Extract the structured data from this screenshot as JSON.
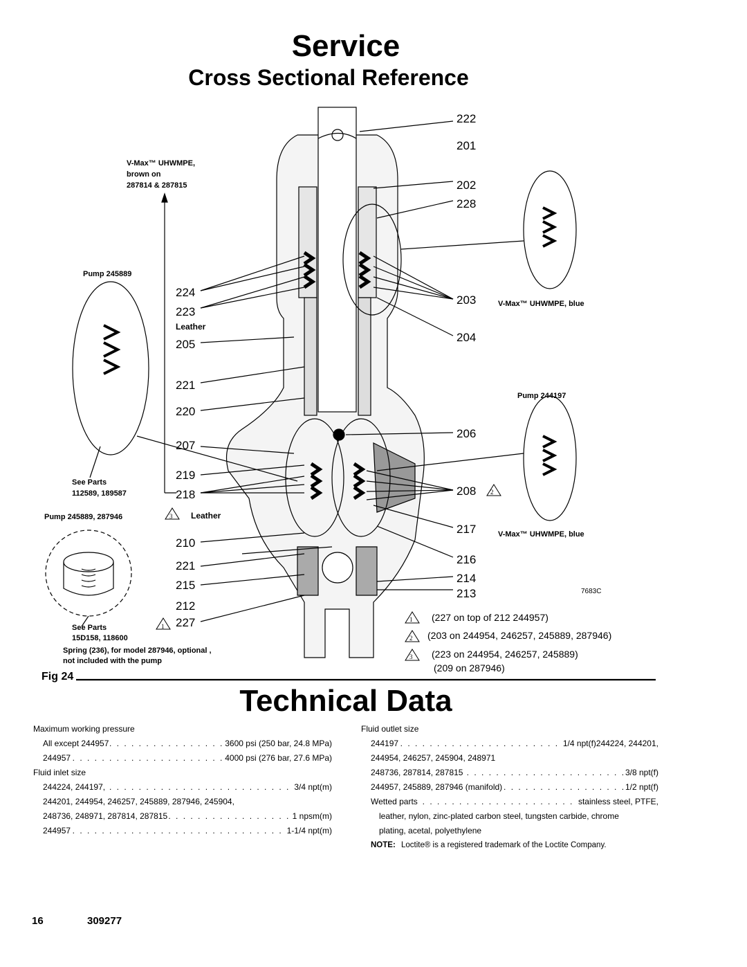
{
  "headings": {
    "service": "Service",
    "cross_section": "Cross Sectional Reference",
    "technical_data": "Technical Data"
  },
  "figure": {
    "fig_label": "Fig 24",
    "image_code": "7683C",
    "callouts": {
      "c222": "222",
      "c201": "201",
      "c202": "202",
      "c228": "228",
      "c203": "203",
      "c204": "204",
      "c206": "206",
      "c208": "208",
      "c217": "217",
      "c216": "216",
      "c214": "214",
      "c213": "213",
      "c224": "224",
      "c223": "223",
      "c205": "205",
      "c221a": "221",
      "c220": "220",
      "c207": "207",
      "c219": "219",
      "c218": "218",
      "c210": "210",
      "c221b": "221",
      "c215": "215",
      "c212": "212",
      "c227": "227"
    },
    "labels": {
      "vmax_top": "V-Max™  UHWMPE,",
      "vmax_top2": "brown on",
      "vmax_top3": "287814 & 287815",
      "pump_245889": "Pump  245889",
      "leather_a": "Leather",
      "vmax_blue_1": "V-Max™  UHWMPE, blue",
      "pump_244197": "Pump  244197",
      "see_parts_1": "See  Parts",
      "see_parts_1b": "112589, 189587",
      "pump_245889_287946": "Pump  245889, 287946",
      "leather_b": "Leather",
      "vmax_blue_2": "V-Max™  UHWMPE, blue",
      "see_parts_2": "See  Parts",
      "see_parts_2b": "15D158, 118600",
      "spring_note_1": "Spring  (236), for  model 287946,  optional ,",
      "spring_note_2": "not included with the pump"
    },
    "notes": {
      "n1_mark": "1",
      "n1": "(227 on top of 212 244957)",
      "n2_mark": "2",
      "n2": "(203 on 244954, 246257, 245889, 287946)",
      "n3_mark": "3",
      "n3": "(223 on 244954, 246257, 245889)",
      "n3b": "(209 on 287946)"
    }
  },
  "tech_left": {
    "h1": "Maximum working pressure",
    "r1_label": "All except 244957",
    "r1_value": "3600 psi (250 bar, 24.8 MPa)",
    "r2_label": "244957",
    "r2_value": "4000 psi (276 bar, 27.6 MPa)",
    "h2": "Fluid inlet size",
    "r3_label": "244224, 244197,",
    "r3_value": "3/4 npt(m)",
    "r4_label": "244201, 244954, 246257, 245889, 287946, 245904,",
    "r5_label": "248736, 248971, 287814, 287815",
    "r5_value": "1 npsm(m)",
    "r6_label": "244957",
    "r6_value": "1-1/4 npt(m)"
  },
  "tech_right": {
    "h1": "Fluid outlet size",
    "r1_label": "244197",
    "r1_value": "1/4 npt(f)244224, 244201,",
    "r2_label": "244954, 246257, 245904, 248971",
    "r3_label": "248736, 287814, 287815",
    "r3_value": "3/8 npt(f)",
    "r4_label": "244957, 245889, 287946 (manifold)",
    "r4_value": "1/2 npt(f)",
    "r5_label": "Wetted parts",
    "r5_value": "stainless steel, PTFE,",
    "r6_label": "leather, nylon, zinc-plated carbon steel, tungsten carbide, chrome",
    "r7_label": "plating, acetal, polyethylene",
    "note_label": "NOTE:",
    "note_text": "Loctite® is a registered trademark of the Loctite Company."
  },
  "footer": {
    "page": "16",
    "doc": "309277"
  }
}
